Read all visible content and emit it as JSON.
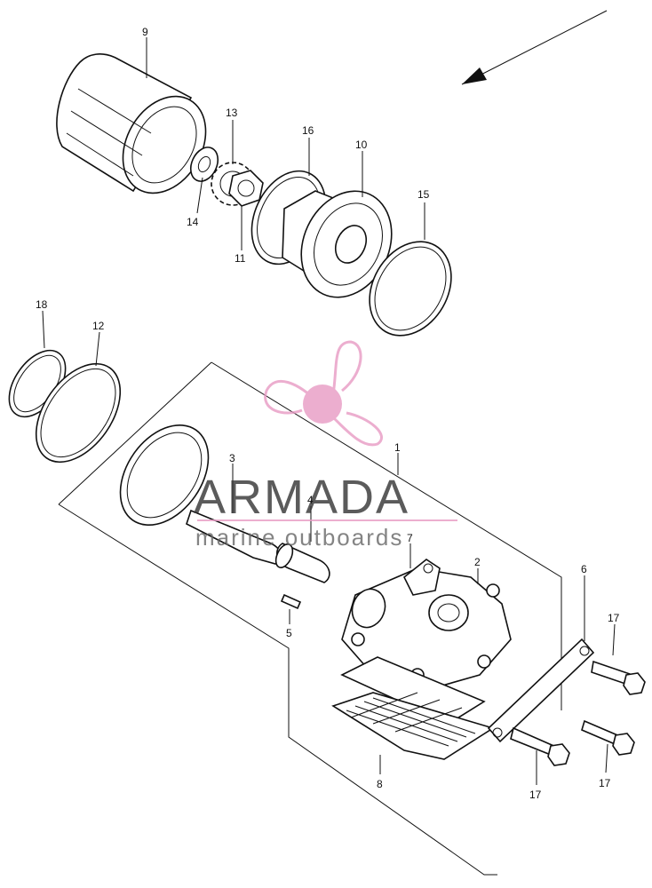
{
  "labels": {
    "l1": "1",
    "l2": "2",
    "l3": "3",
    "l4": "4",
    "l5": "5",
    "l6": "6",
    "l7": "7",
    "l8": "8",
    "l9": "9",
    "l10": "10",
    "l11": "11",
    "l12": "12",
    "l13": "13",
    "l14": "14",
    "l15": "15",
    "l16": "16",
    "l17a": "17",
    "l17b": "17",
    "l17c": "17",
    "l18": "18"
  },
  "watermark": {
    "name": "ARMADA",
    "tagline": "marine outboards",
    "accent_color": "#e89bc4"
  }
}
